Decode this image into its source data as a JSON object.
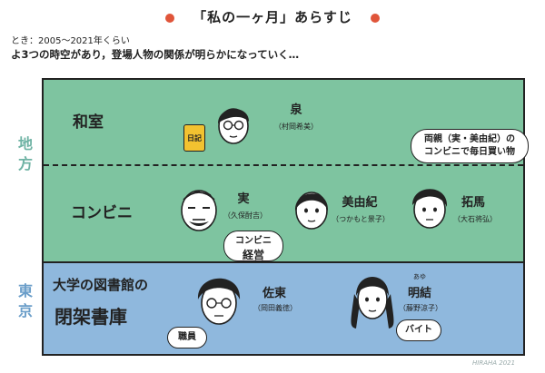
{
  "header": {
    "title": "「私の一ヶ月」あらすじ",
    "period": "とき：2005～2021年くらい",
    "summary": "よ3つの時空があり，登場人物の関係が明らかになっていく…"
  },
  "regions": {
    "local": "地方",
    "tokyo": "東京"
  },
  "locations": {
    "washitsu": "和室",
    "konbini": "コンビニ",
    "library_line1": "大学の図書館の",
    "library_line2": "閉架書庫"
  },
  "characters": [
    {
      "name": "泉",
      "actor": "（村岡希美）"
    },
    {
      "name": "実",
      "actor": "（久保酎吉）"
    },
    {
      "name": "美由紀",
      "actor": "（つかもと景子）"
    },
    {
      "name": "拓馬",
      "actor": "（大石将弘）"
    },
    {
      "name": "佐東",
      "actor": "（岡田義徳）"
    },
    {
      "name": "明結",
      "actor": "（藤野涼子）",
      "ruby": "あゆ"
    }
  ],
  "diary_label": "日記",
  "bubbles": {
    "parents_line1": "両親（実・美由紀）の",
    "parents_line2": "コンビニで毎日買い物",
    "konbini_line1": "コンビニ",
    "konbini_line2": "経営",
    "staff": "職員",
    "parttime": "バイト"
  },
  "signature": "HIRAHA 2021",
  "colors": {
    "green": "#7ec4a0",
    "blue": "#8fb8dd",
    "accent": "#e0553a"
  }
}
